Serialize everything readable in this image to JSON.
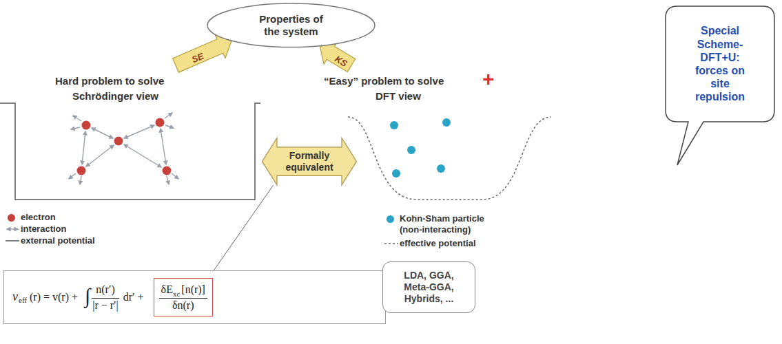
{
  "diagram": {
    "nodes": [
      {
        "text": [
          "Properties of the system"
        ]
      },
      {
        "text": [
          "Hard problem to solve",
          "Schrödinger view"
        ]
      },
      {
        "text": [
          "“Easy” problem to solve",
          "DFT view"
        ]
      },
      {
        "text": [
          "Formally equivalent"
        ]
      },
      {
        "text": [
          "v",
          "eff",
          "(r) = v(r) +",
          "∫",
          "n(r′)",
          "|r − r′|",
          "dr′ +"
        ]
      },
      {
        "text": [
          "δE",
          "xc",
          "[n(r)]",
          "δn(r)"
        ],
        "in": 4
      },
      {
        "text": [
          "LDA, GGA, Meta-GGA, Hybrids, ..."
        ]
      },
      {
        "text": [
          "Special Scheme- DFT+U: forces on site repulsion"
        ]
      }
    ],
    "edges": [
      {
        "from": 1,
        "to": 0,
        "label": "SE",
        "arrow": "to"
      },
      {
        "from": 2,
        "to": 0,
        "label": "KS",
        "arrow": "to"
      },
      {
        "from": 3,
        "to": 4,
        "arrow": "none"
      }
    ],
    "labels": [
      "+"
    ],
    "legend": [
      {
        "text": "electron",
        "color": "#c8413a"
      },
      {
        "text": "interaction"
      },
      {
        "text": "external potential"
      },
      {
        "text": "Kohn-Sham particle (non-interacting)",
        "color": "#29a3c6"
      },
      {
        "text": "effective potential"
      }
    ]
  }
}
